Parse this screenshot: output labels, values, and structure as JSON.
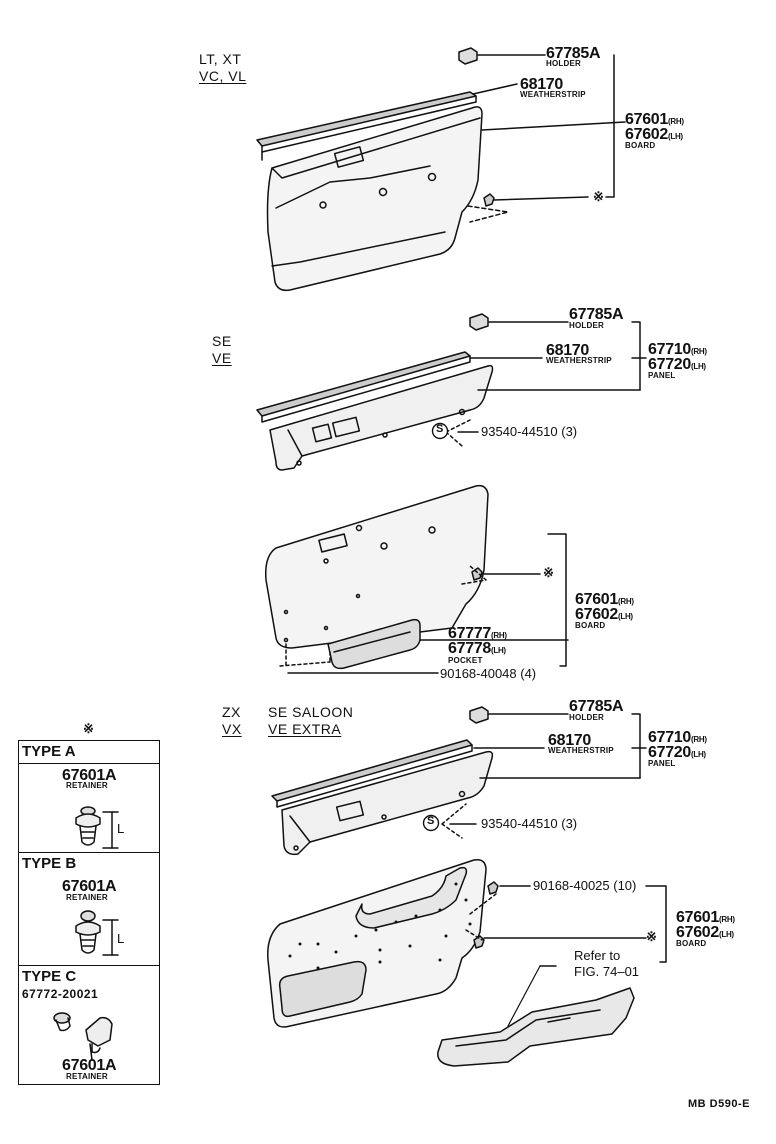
{
  "sections": [
    {
      "models": [
        "LT, XT",
        "VC, VL"
      ],
      "holder": {
        "part": "67785A",
        "name": "HOLDER"
      },
      "weatherstrip": {
        "part": "68170",
        "name": "WEATHERSTRIP"
      },
      "board": {
        "rh": "67601",
        "lh": "67602",
        "rh_tag": "(RH)",
        "lh_tag": "(LH)",
        "name": "BOARD"
      }
    },
    {
      "models": [
        "SE",
        "VE"
      ],
      "holder": {
        "part": "67785A",
        "name": "HOLDER"
      },
      "weatherstrip": {
        "part": "68170",
        "name": "WEATHERSTRIP"
      },
      "panel": {
        "rh": "67710",
        "lh": "67720",
        "rh_tag": "(RH)",
        "lh_tag": "(LH)",
        "name": "PANEL"
      },
      "screw": "93540-44510 (3)",
      "screw_symbol": "S",
      "board": {
        "rh": "67601",
        "lh": "67602",
        "rh_tag": "(RH)",
        "lh_tag": "(LH)",
        "name": "BOARD"
      },
      "pocket": {
        "rh": "67777",
        "lh": "67778",
        "rh_tag": "(RH)",
        "lh_tag": "(LH)",
        "name": "POCKET"
      },
      "clip": "90168-40048 (4)"
    },
    {
      "models_left": [
        "ZX",
        "VX"
      ],
      "models_right": [
        "SE SALOON",
        "VE EXTRA"
      ],
      "holder": {
        "part": "67785A",
        "name": "HOLDER"
      },
      "weatherstrip": {
        "part": "68170",
        "name": "WEATHERSTRIP"
      },
      "panel": {
        "rh": "67710",
        "lh": "67720",
        "rh_tag": "(RH)",
        "lh_tag": "(LH)",
        "name": "PANEL"
      },
      "screw": "93540-44510 (3)",
      "screw_symbol": "S",
      "clip": "90168-40025 (10)",
      "board": {
        "rh": "67601",
        "lh": "67602",
        "rh_tag": "(RH)",
        "lh_tag": "(LH)",
        "name": "BOARD"
      },
      "refer": [
        "Refer to",
        "FIG. 74–01"
      ]
    }
  ],
  "legend": {
    "symbol": "※",
    "types": [
      {
        "title": "TYPE A",
        "part": "67601A",
        "name": "RETAINER",
        "dim": "L"
      },
      {
        "title": "TYPE B",
        "part": "67601A",
        "name": "RETAINER",
        "dim": "L"
      },
      {
        "title": "TYPE C",
        "part_extra": "67772-20021",
        "part": "67601A",
        "name": "RETAINER"
      }
    ]
  },
  "marker_symbol": "※",
  "figure_code": "MB D590-E"
}
